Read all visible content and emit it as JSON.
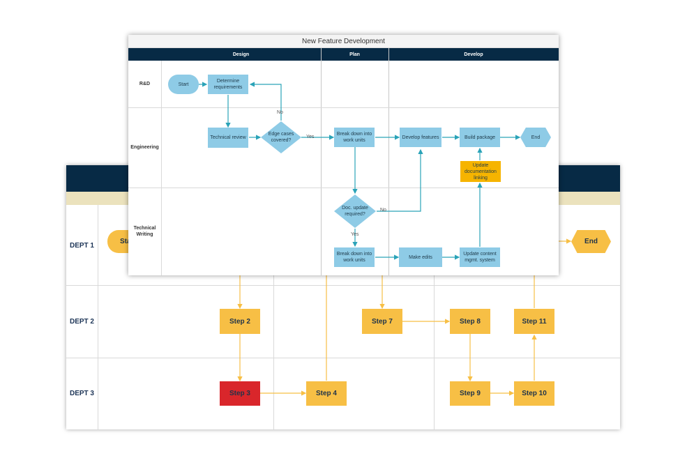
{
  "back": {
    "lanes": [
      "DEPT 1",
      "DEPT 2",
      "DEPT 3"
    ],
    "steps": {
      "start": "Sta",
      "step2": "Step 2",
      "step3": "Step 3",
      "step4": "Step 4",
      "step7": "Step 7",
      "step8": "Step 8",
      "step9": "Step 9",
      "step10": "Step 10",
      "step11": "Step 11",
      "end": "End"
    },
    "colors": {
      "header": "#072a45",
      "band": "#ebe2bd",
      "step": "#f7bf45",
      "highlight": "#d9262b",
      "connector": "#f7bf45"
    }
  },
  "front": {
    "title": "New Feature Development",
    "phases": [
      "Design",
      "Plan",
      "Develop"
    ],
    "lanes": [
      "R&D",
      "Engineering",
      "Technical Writing"
    ],
    "nodes": {
      "start": "Start",
      "determine": "Determine requirements",
      "technical_review": "Technical review",
      "edge_cases": "Edge cases covered?",
      "break_down_1": "Break down into work units",
      "develop_features": "Develop features",
      "build_package": "Build package",
      "end": "End",
      "update_docs": "Update documentation linking",
      "doc_update": "Doc. update required?",
      "break_down_2": "Break down into work units",
      "make_edits": "Make edits",
      "update_content": "Update content mgmt. system"
    },
    "labels": {
      "no1": "No",
      "yes1": "Yes",
      "no2": "No",
      "yes2": "Yes"
    },
    "colors": {
      "header": "#072a45",
      "node": "#8ecbe6",
      "highlight": "#f6b400",
      "connector": "#2aa3b8"
    }
  }
}
